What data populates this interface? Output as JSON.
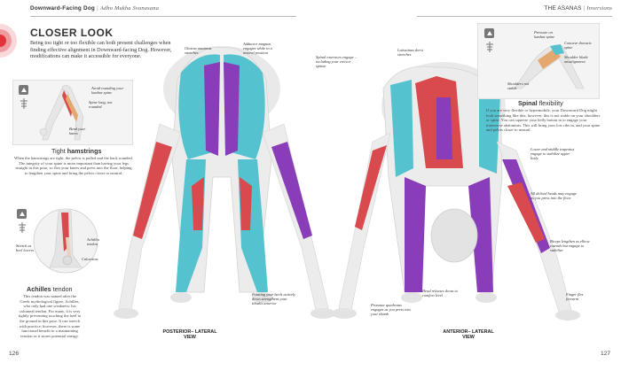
{
  "header": {
    "left": {
      "pose": "Downward-Facing Dog",
      "sanskrit": "Adho Mukha Svanasana"
    },
    "right": {
      "book": "The Asanas",
      "section": "Inversions"
    }
  },
  "intro": {
    "title_bold": "Closer",
    "title_rest": " Look",
    "text": "Being too tight or too flexible can both present challenges when finding effective alignment in Downward-facing Dog. However, modifications can make it accessible for everyone."
  },
  "panels": {
    "hamstrings": {
      "notes": [
        "Avoid rounding your lumbar spine",
        "Spine long, not rounded",
        "Bend your knees"
      ],
      "heading_bold": "Tight",
      "heading_rest": " hamstrings",
      "text": "When the hamstrings are tight, the pelvis is pulled and the back rounded. The integrity of your spine is more important than having your legs straight in this pose, so flex your knees and press into the floor, helping to lengthen your spine and bring the pelvis closer to neutral."
    },
    "achilles": {
      "notes": [
        "Achilles tendon",
        "Stretch as heel lowers",
        "Calcaneus"
      ],
      "heading_bold": "Achilles",
      "heading_rest": " tendon",
      "text": "This tendon was named after the Greek mythological figure, Achilles, who only had one weakness: his calcaneal tendon. For many, it is very tightly preventing touching the heel to the ground in this pose. It can stretch with practice; however, there is some functional benefit to a maintaining tension as it stores potential energy."
    },
    "spinal": {
      "notes": [
        "Pressure on lumbar spine",
        "Concave thoracic spine",
        "Shoulders not stable",
        "Shoulder blade misalignment"
      ],
      "heading_bold": "Spinal",
      "heading_rest": " flexibility",
      "text": "If you are very flexible or hypermobile, your Downward Dog might look something like this; however, this is not stable on your shoulders or spine. You can squeeze your belly button in to engage your transverse abdominis. This will bring your low ribs in, and your spine and pelvis closer to neutral."
    }
  },
  "annotations": {
    "posterior": [
      "Gluteus maximus stretches",
      "Adductor magnus engages while in a neutral position",
      "Spinal extensors engage – including your erector spinae",
      "Pointing your heels actively down strengthens your tibialis anterior"
    ],
    "anterior": [
      "Latissimus dorsi stretches",
      "Lower and middle trapezius engage to stabilize upper body",
      "All deltoid heads may engage as you press into the floor",
      "Biceps lengthen as elbow extends but engage to stabilize",
      "Head releases down to comfort level",
      "Pronator quadratus engages as you press into your thumb",
      "Finger flex forearm"
    ]
  },
  "views": {
    "posterior": "Posterior– lateral view",
    "anterior": "Anterior– lateral view"
  },
  "page_numbers": {
    "left": "126",
    "right": "127"
  },
  "colors": {
    "accent": "#e2323a",
    "muscle_red": "#d84a4e",
    "muscle_purple": "#8a3db8",
    "muscle_cyan": "#54c3cf",
    "skin": "#ececec",
    "panel": "#f4f4f4"
  }
}
